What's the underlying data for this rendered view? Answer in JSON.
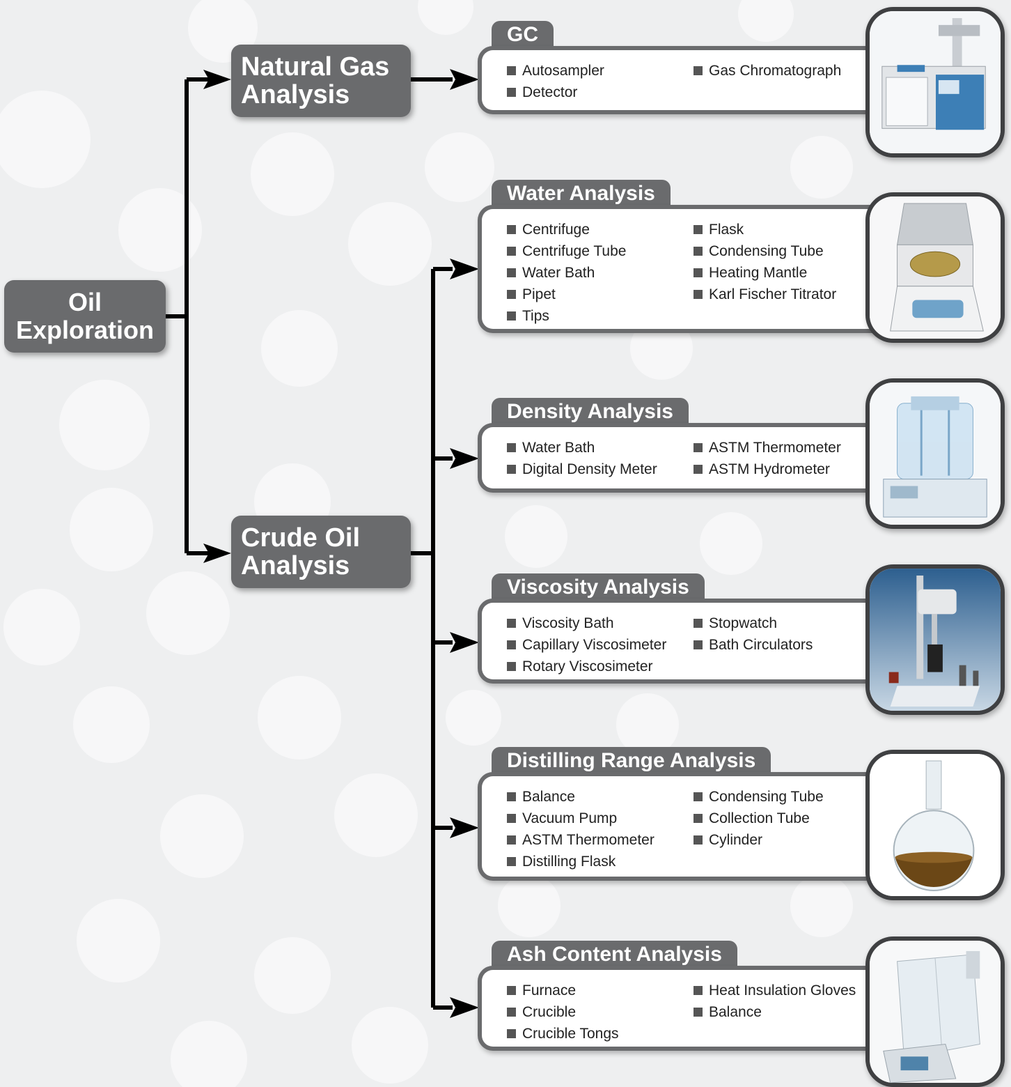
{
  "root": {
    "line1": "Oil",
    "line2": "Exploration"
  },
  "branches": [
    {
      "line1": "Natural Gas",
      "line2": "Analysis"
    },
    {
      "line1": "Crude Oil",
      "line2": "Analysis"
    }
  ],
  "panels": [
    {
      "title": "GC",
      "col1": [
        "Autosampler",
        "Detector"
      ],
      "col2": [
        "Gas Chromatograph"
      ],
      "image": "gas-chromatograph-image"
    },
    {
      "title": "Water Analysis",
      "col1": [
        "Centrifuge",
        "Centrifuge Tube",
        "Water Bath",
        "Pipet",
        "Tips"
      ],
      "col2": [
        "Flask",
        "Condensing Tube",
        "Heating Mantle",
        "Karl Fischer Titrator"
      ],
      "image": "centrifuge-image"
    },
    {
      "title": "Density Analysis",
      "col1": [
        "Water Bath",
        "Digital Density Meter"
      ],
      "col2": [
        "ASTM Thermometer",
        "ASTM Hydrometer"
      ],
      "image": "water-bath-image"
    },
    {
      "title": "Viscosity Analysis",
      "col1": [
        "Viscosity Bath",
        "Capillary Viscosimeter",
        "Rotary Viscosimeter"
      ],
      "col2": [
        "Stopwatch",
        "Bath Circulators"
      ],
      "image": "rotary-viscometer-image"
    },
    {
      "title": "Distilling Range Analysis",
      "col1": [
        "Balance",
        "Vacuum Pump",
        "ASTM Thermometer",
        "Distilling Flask"
      ],
      "col2": [
        "Condensing Tube",
        "Collection Tube",
        "Cylinder"
      ],
      "image": "distilling-flask-image"
    },
    {
      "title": "Ash Content Analysis",
      "col1": [
        "Furnace",
        "Crucible",
        "Crucible Tongs"
      ],
      "col2": [
        "Heat Insulation Gloves",
        "Balance"
      ],
      "image": "analytical-balance-image"
    }
  ],
  "colors": {
    "node": "#6a6b6d",
    "line": "#000000",
    "panel": "#ffffff",
    "background": "#eeeff0"
  }
}
